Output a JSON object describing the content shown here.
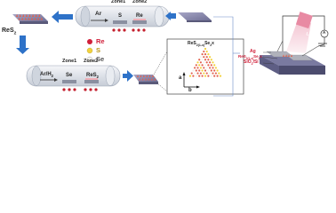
{
  "step1": {
    "zone1_label": "Zone1",
    "zone2_label": "Zone2",
    "gas_label": "Ar",
    "s_label": "S",
    "re_label": "Re"
  },
  "step2": {
    "zone1_label": "Zone1",
    "zone2_label": "Zone2",
    "gas_label": "Ar/H2",
    "se_label": "Se",
    "res_label": "ReS2",
    "res2_label": "ReS2"
  },
  "legend": [
    {
      "label": "Re",
      "color": "#d0203a"
    },
    {
      "label": "S",
      "color": "#f2d23c"
    },
    {
      "label": "Se",
      "color": "#f4f2ea"
    }
  ],
  "flake": {
    "title": "ReS2(1-x)Se2x",
    "axis_a": "a",
    "axis_b": "b"
  },
  "device": {
    "light_label": "Light",
    "layer_ag": "Ag",
    "layer_flake": "ReS2(1-x)Se2x",
    "layer_substrate": "SiO2/Si",
    "current_sign": "A"
  },
  "colors": {
    "tube": "#e3e7ee",
    "arrow_blue": "#2e72c8",
    "substrate": "#8c8cae",
    "flake": "#e2624f",
    "light": "#e9a9b8"
  }
}
